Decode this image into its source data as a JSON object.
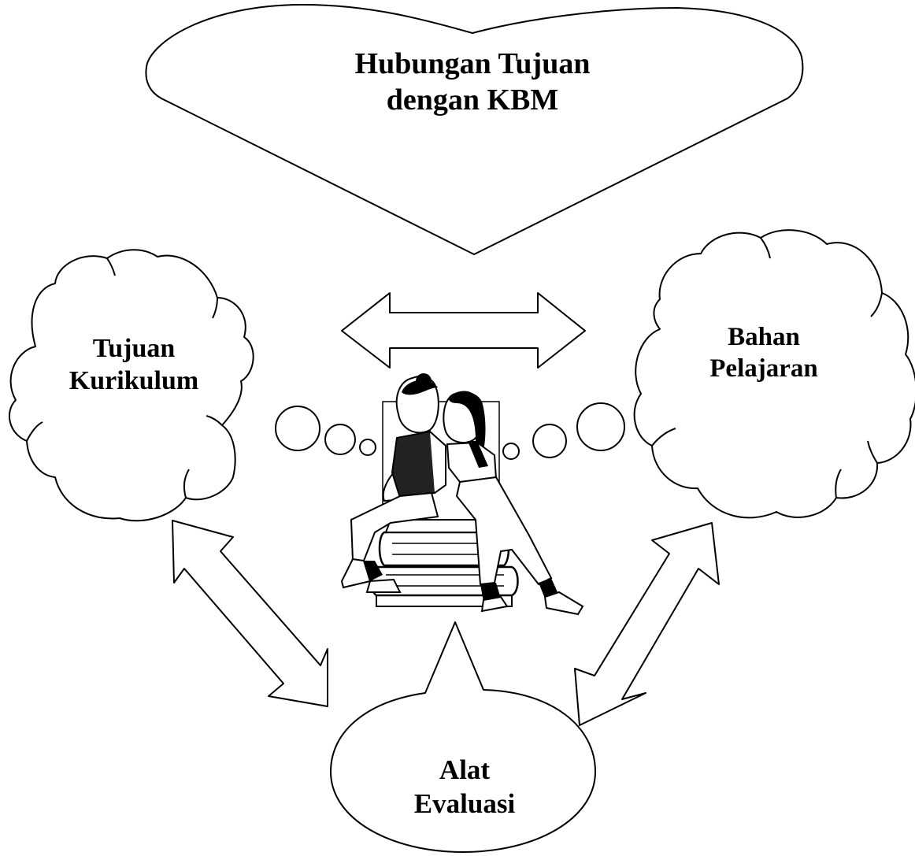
{
  "diagram": {
    "title": {
      "line1": "Hubungan Tujuan",
      "line2": "dengan KBM"
    },
    "nodes": {
      "tujuan_kurikulum": {
        "line1": "Tujuan",
        "line2": "Kurikulum"
      },
      "bahan_pelajaran": {
        "line1": "Bahan",
        "line2": "Pelajaran"
      },
      "alat_evaluasi": {
        "line1": "Alat",
        "line2": "Evaluasi"
      }
    },
    "connections": [
      {
        "from": "tujuan_kurikulum",
        "to": "bahan_pelajaran",
        "type": "double-arrow"
      },
      {
        "from": "tujuan_kurikulum",
        "to": "alat_evaluasi",
        "type": "double-arrow"
      },
      {
        "from": "bahan_pelajaran",
        "to": "alat_evaluasi",
        "type": "double-arrow"
      }
    ],
    "center_illustration": "two-children-sitting-on-books"
  }
}
